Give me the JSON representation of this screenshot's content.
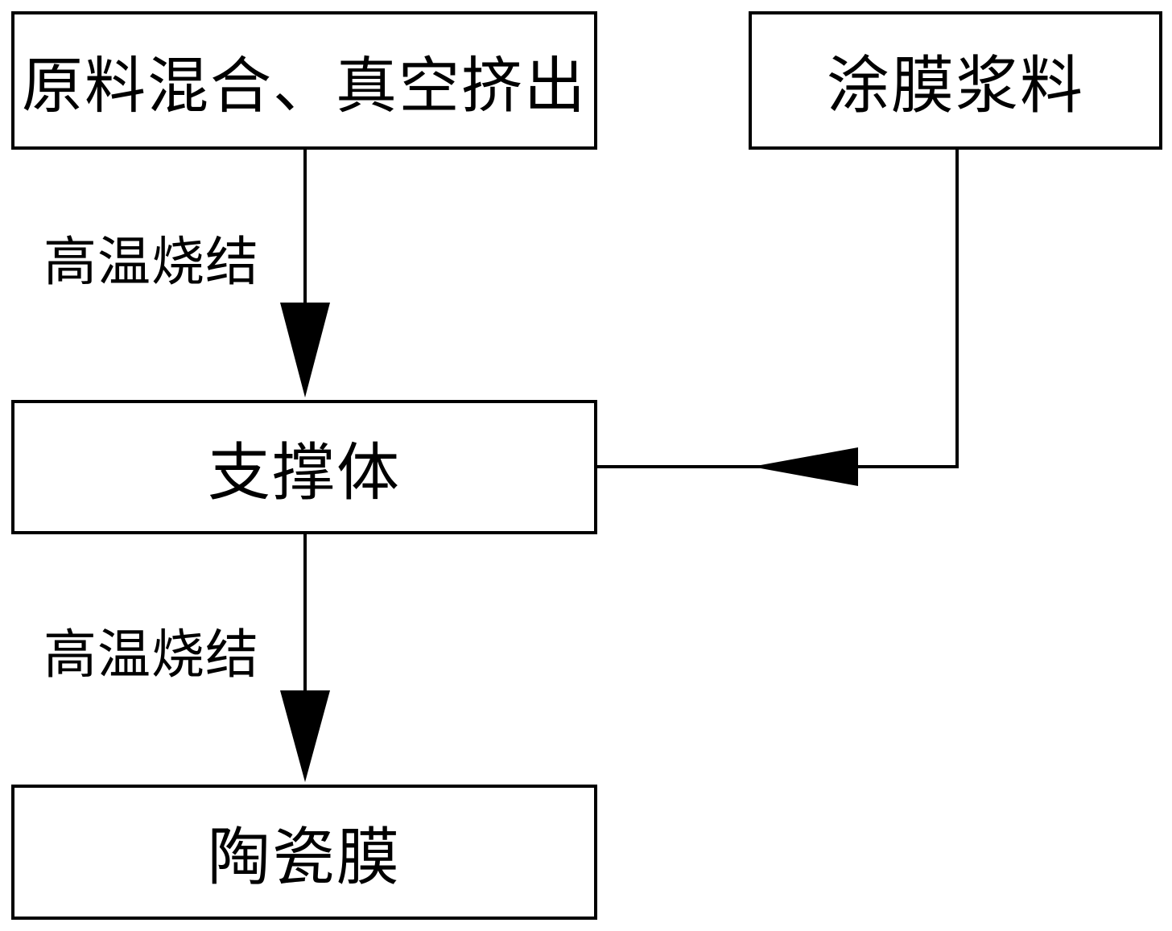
{
  "diagram": {
    "nodes": {
      "raw_materials": "原料混合、真空挤出",
      "coating_slurry": "涂膜浆料",
      "support": "支撑体",
      "ceramic_membrane": "陶瓷膜"
    },
    "edges": {
      "raw_to_support": "高温烧结",
      "support_to_membrane": "高温烧结"
    },
    "colors": {
      "line": "#000000",
      "box_fill": "#ffffff"
    }
  }
}
